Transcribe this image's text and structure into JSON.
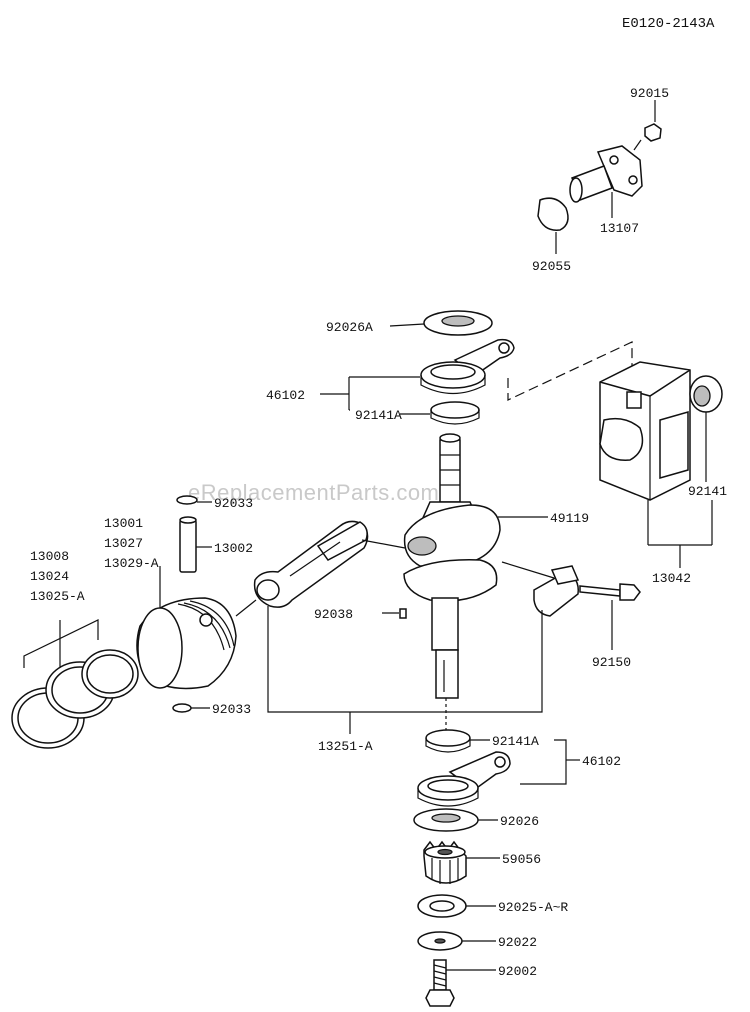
{
  "reference_code": "E0120-2143A",
  "watermark": "eReplacementParts.com",
  "labels": {
    "l92015": "92015",
    "l13107": "13107",
    "l92055": "92055",
    "l92026A": "92026A",
    "l46102_top": "46102",
    "l92141A_top": "92141A",
    "l92033_top": "92033",
    "l13001": "13001",
    "l13027": "13027",
    "l13029A": "13029-A",
    "l13002": "13002",
    "l13008": "13008",
    "l13024": "13024",
    "l13025A": "13025-A",
    "l49119": "49119",
    "l92141": "92141",
    "l13042": "13042",
    "l92038": "92038",
    "l92150": "92150",
    "l92033_bot": "92033",
    "l13251A": "13251-A",
    "l92141A_bot": "92141A",
    "l46102_bot": "46102",
    "l92026": "92026",
    "l59056": "59056",
    "l92025AR": "92025-A~R",
    "l92022": "92022",
    "l92002": "92002"
  }
}
